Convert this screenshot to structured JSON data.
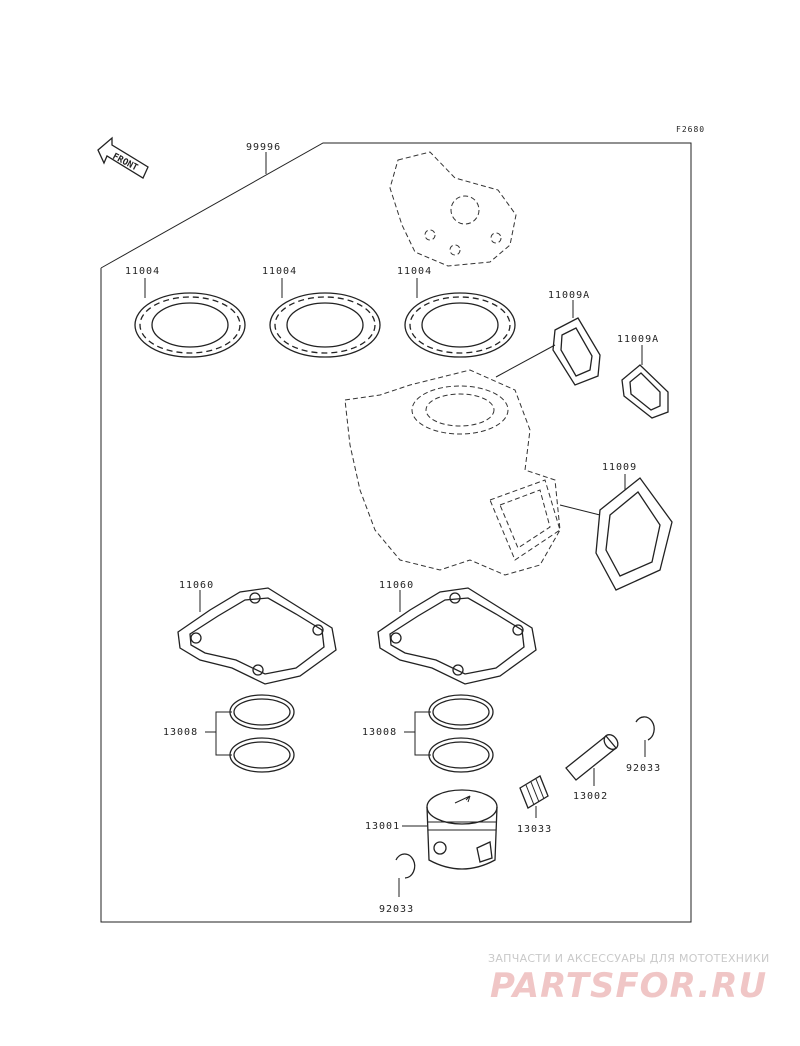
{
  "figure_code": "F2680",
  "kit_number": "99996",
  "front_label": "FRONT",
  "parts": {
    "head_gasket_left": "11004",
    "head_gasket_mid": "11004",
    "head_gasket_right": "11004",
    "exhaust_gasket_a1": "11009A",
    "exhaust_gasket_a2": "11009A",
    "intake_gasket": "11009",
    "base_gasket_left": "11060",
    "base_gasket_right": "11060",
    "ring_set_left": "13008",
    "ring_set_right": "13008",
    "clip_right": "92033",
    "piston_pin": "13002",
    "needle_bearing": "13033",
    "piston": "13001",
    "clip_bottom": "92033"
  },
  "watermark": {
    "tagline": "ЗАПЧАСТИ И АКСЕССУАРЫ ДЛЯ МОТОТЕХНИКИ",
    "logo": "PARTSFOR.RU"
  }
}
